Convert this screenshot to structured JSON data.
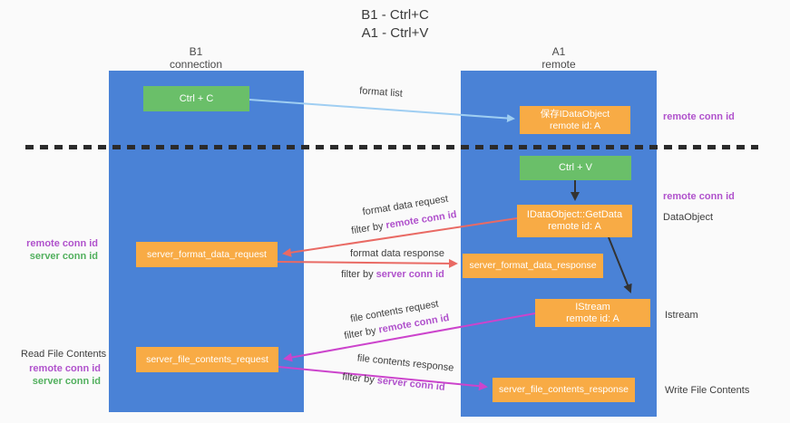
{
  "title": {
    "line1": "B1 - Ctrl+C",
    "line2": "A1 - Ctrl+V"
  },
  "lanes": {
    "left": {
      "name": "B1",
      "role": "connection"
    },
    "right": {
      "name": "A1",
      "role": "remote"
    }
  },
  "boxes": {
    "ctrl_c": {
      "label": "Ctrl + C"
    },
    "save_dataobject": {
      "line1": "保存IDataObject",
      "line2": "remote id: A"
    },
    "ctrl_v": {
      "label": "Ctrl + V"
    },
    "getdata": {
      "line1": "IDataObject::GetData",
      "line2": "remote id: A"
    },
    "format_request": {
      "label": "server_format_data_request"
    },
    "format_response": {
      "label": "server_format_data_response"
    },
    "istream": {
      "line1": "IStream",
      "line2": "remote id: A"
    },
    "file_request": {
      "label": "server_file_contents_request"
    },
    "file_response": {
      "label": "server_file_contents_response"
    }
  },
  "arrow_labels": {
    "format_list": "format list",
    "format_request": {
      "line1": "format data request",
      "filter_prefix": "filter by",
      "filter_key": "remote conn id"
    },
    "format_response": {
      "line1": "format data response",
      "filter_prefix": "filter by",
      "filter_key": "server conn id"
    },
    "file_request": {
      "line1": "file contents request",
      "filter_prefix": "filter by",
      "filter_key": "remote conn id"
    },
    "file_response": {
      "line1": "file contents response",
      "filter_prefix": "filter by",
      "filter_key": "server conn id"
    }
  },
  "side_labels": {
    "right_top_conn": "remote conn id",
    "right_mid_conn": "remote conn id",
    "dataobject": "DataObject",
    "istream": "Istream",
    "write_file": "Write File Contents",
    "read_file": "Read File Contents",
    "left_format": {
      "remote": "remote conn id",
      "server": "server conn id"
    },
    "left_file": {
      "remote": "remote conn id",
      "server": "server conn id"
    }
  },
  "colors": {
    "lane_blue": "#4a82d6",
    "box_green": "#6abf69",
    "box_orange": "#f8ab45",
    "arrow_light_blue": "#9fcef2",
    "arrow_salmon": "#e96a64",
    "arrow_magenta": "#cc44cc",
    "arrow_black": "#333333",
    "text_purple": "#b052cc",
    "text_green": "#52b05e",
    "dashed_divider": "#2b2b2b",
    "background": "#fafafa"
  }
}
